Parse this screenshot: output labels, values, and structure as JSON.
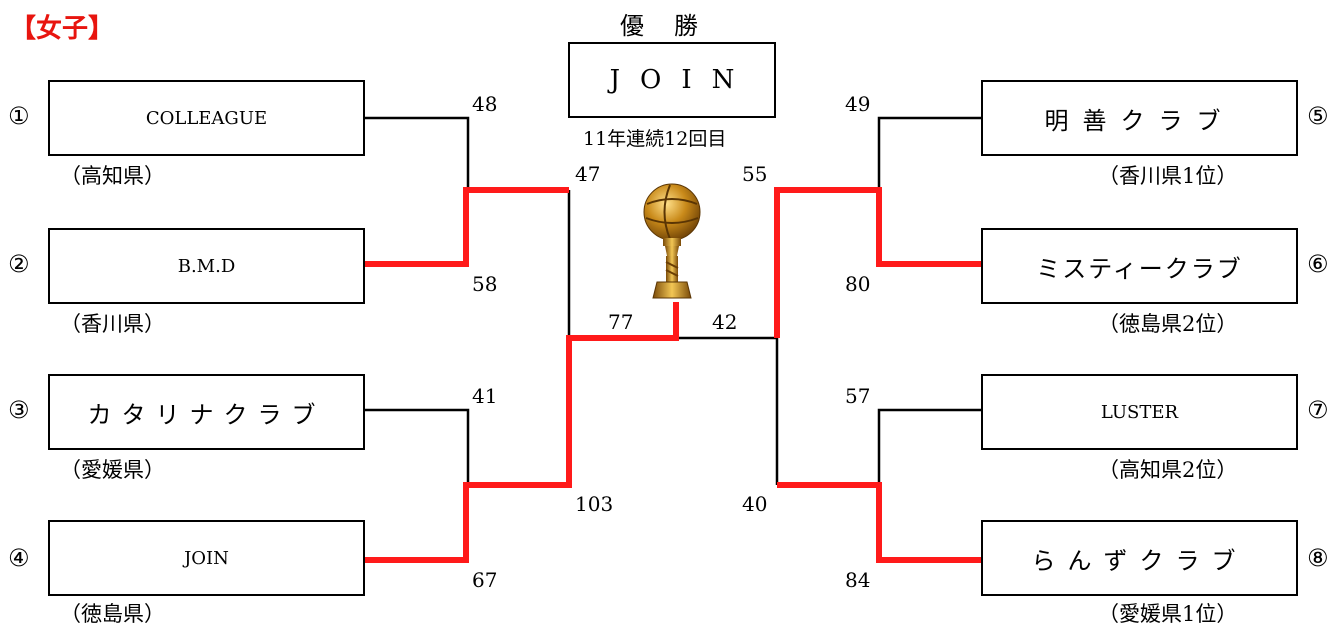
{
  "title": "【女子】",
  "champion": {
    "label": "優勝",
    "team": "JOIN",
    "note": "11年連続12回目"
  },
  "teams": [
    {
      "seed": "①",
      "name": "COLLEAGUE",
      "pref": "（高知県）"
    },
    {
      "seed": "②",
      "name": "B.M.D",
      "pref": "（香川県）"
    },
    {
      "seed": "③",
      "name": "カタリナクラブ",
      "pref": "（愛媛県）"
    },
    {
      "seed": "④",
      "name": "JOIN",
      "pref": "（徳島県）"
    },
    {
      "seed": "⑤",
      "name": "明善クラブ",
      "pref": "（香川県1位）"
    },
    {
      "seed": "⑥",
      "name": "ミスティークラブ",
      "pref": "（徳島県2位）"
    },
    {
      "seed": "⑦",
      "name": "LUSTER",
      "pref": "（高知県2位）"
    },
    {
      "seed": "⑧",
      "name": "らんずクラブ",
      "pref": "（愛媛県1位）"
    }
  ],
  "scores": {
    "r1_1": "48",
    "r1_2": "58",
    "r1_3": "41",
    "r1_4": "67",
    "r1_5": "49",
    "r1_6": "80",
    "r1_7": "57",
    "r1_8": "84",
    "sf_left_top": "47",
    "sf_left_bottom": "103",
    "sf_right_top": "55",
    "sf_right_bottom": "40",
    "final_left": "77",
    "final_right": "42"
  },
  "colors": {
    "winner_line": "#ff1a1a",
    "title": "#e8150f"
  }
}
